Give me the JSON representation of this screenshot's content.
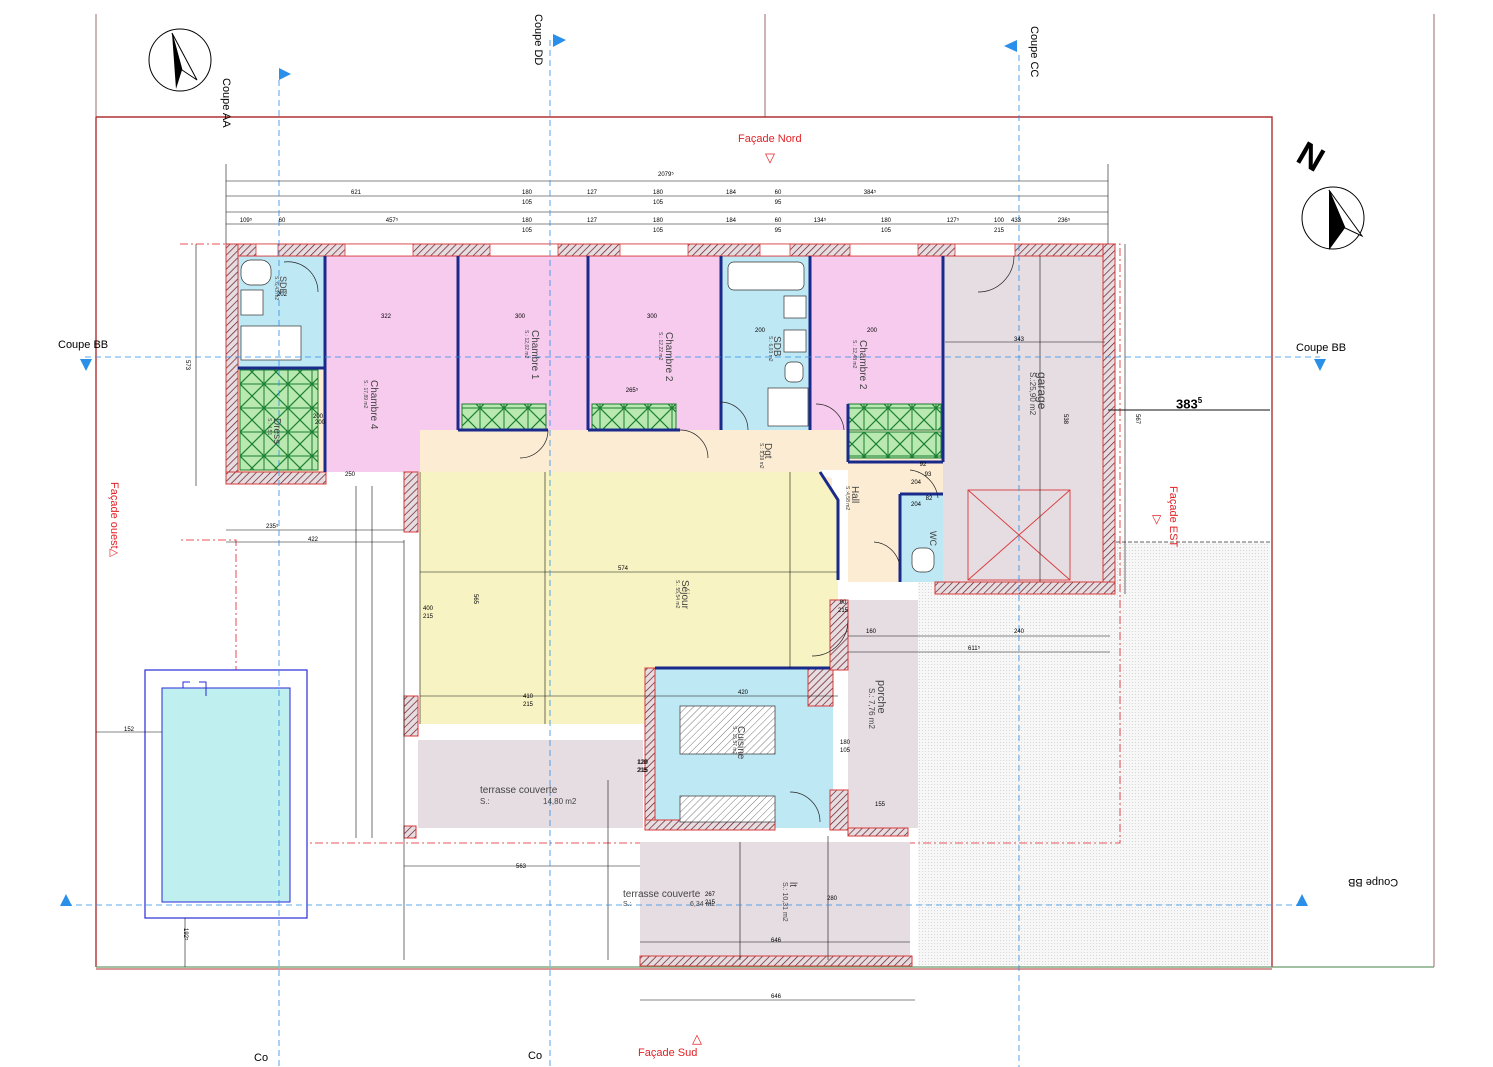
{
  "sections": {
    "aa": "Coupe AA",
    "dd": "Coupe DD",
    "cc": "Coupe CC",
    "bb": "Coupe BB"
  },
  "facades": {
    "nord": "Façade Nord",
    "sud": "Façade Sud",
    "ouest": "Façade ouest",
    "est": "Façade EST"
  },
  "north_letter": "N",
  "rooms": {
    "sde": {
      "name": "SDE",
      "area": "S.:6,43 m2"
    },
    "chambre4": {
      "name": "Chambre 4",
      "area": "S.: 17,89 m2"
    },
    "dress": {
      "name": "Dress",
      "area": "S.: 4,51"
    },
    "chambre1": {
      "name": "Chambre 1",
      "area": "S.: 12,02 m2"
    },
    "chambre2a": {
      "name": "Chambre 2",
      "area": "S.: 12,22 m2"
    },
    "sdb": {
      "name": "SDB",
      "area": "S.: 6,03 m2"
    },
    "chambre2b": {
      "name": "Chambre 2",
      "area": "S.: 12,48 m2"
    },
    "garage": {
      "name": "garage",
      "area": "S.:25,90 m2"
    },
    "dgt": {
      "name": "Dgt",
      "area": "S.: 9,39 m2"
    },
    "hall": {
      "name": "Hall",
      "area": "S.:4,58 m2"
    },
    "wc": {
      "name": "WC",
      "area": ""
    },
    "sejour": {
      "name": "Séjour",
      "area": "S.: 55,54 m2"
    },
    "cuisine": {
      "name": "Cuisine",
      "area": "S.: 15,57 m2"
    },
    "porche": {
      "name": "porche",
      "area": "S.: 7,76 m2"
    },
    "terrasse1": {
      "name": "terrasse couverte",
      "prefix": "S.:",
      "area": "14,80 m2"
    },
    "terrasse2": {
      "name": "terrasse couverte",
      "prefix": "S.:",
      "area": "6,34 m2"
    },
    "lt": {
      "name": "lt",
      "area": "S.: 10,31 m2"
    }
  },
  "dimensions": {
    "overall_width": "2079⁵",
    "top_row": [
      "621",
      "180",
      "127",
      "180",
      "184",
      "60",
      "384⁵"
    ],
    "top_row_sub": [
      "105",
      "105",
      "95"
    ],
    "second_row": [
      "109⁵",
      "60",
      "457⁵",
      "180",
      "127",
      "180",
      "184",
      "60",
      "134⁵",
      "180",
      "127⁵",
      "100",
      "433",
      "236⁵"
    ],
    "second_row_sub": [
      "105",
      "105",
      "95",
      "105",
      "215"
    ],
    "side_large": "383",
    "side_large_sup": "5",
    "west_height": "573",
    "east_height": "567",
    "sejour_width": "574",
    "sejour_height": "565",
    "garage_height": "538",
    "garage_width": "343",
    "kitchen_width": "420",
    "terrace_width": "563",
    "bottom_646": "646",
    "bottom_width": "646",
    "pool_offset": "152",
    "pool_bottom": "192⁵",
    "porch_depth": "160",
    "porch_width": "240",
    "porch_total": "611⁵",
    "west_offset": "422",
    "west_offset2": "235⁵",
    "misc": [
      "322",
      "300",
      "300",
      "200",
      "202",
      "200",
      "265⁵",
      "200",
      "200",
      "250",
      "400",
      "215",
      "120",
      "215",
      "90",
      "215",
      "410",
      "215",
      "180",
      "105",
      "267",
      "215",
      "280",
      "155",
      "92",
      "120",
      "215",
      "93",
      "204",
      "82",
      "204"
    ]
  },
  "colors": {
    "pink": "#f6cbee",
    "blue": "#bfe8f5",
    "yellow": "#f7f3c2",
    "beige": "#fbecd3",
    "grey": "#e6dde3",
    "wall": "#d83a3a",
    "green": "#2d9a45",
    "red_text": "#e31e24",
    "arrow": "#2a8fe8"
  }
}
